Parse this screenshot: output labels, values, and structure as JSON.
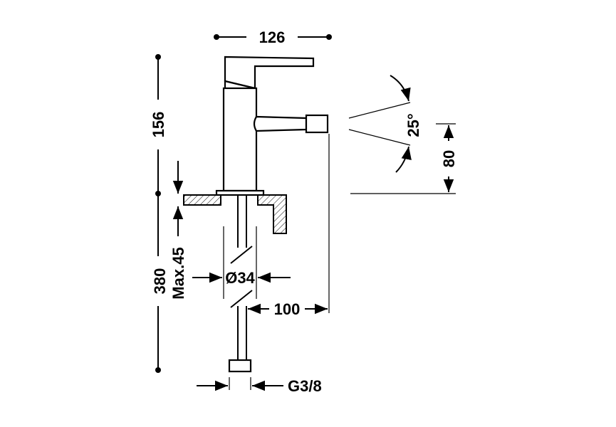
{
  "dimensions": {
    "width_total": "126",
    "height_body": "156",
    "height_total": "380",
    "max_thickness": "Max.45",
    "hole_diameter": "Ø34",
    "spout_reach": "100",
    "spout_height": "80",
    "spout_angle": "25°",
    "thread": "G3/8"
  }
}
